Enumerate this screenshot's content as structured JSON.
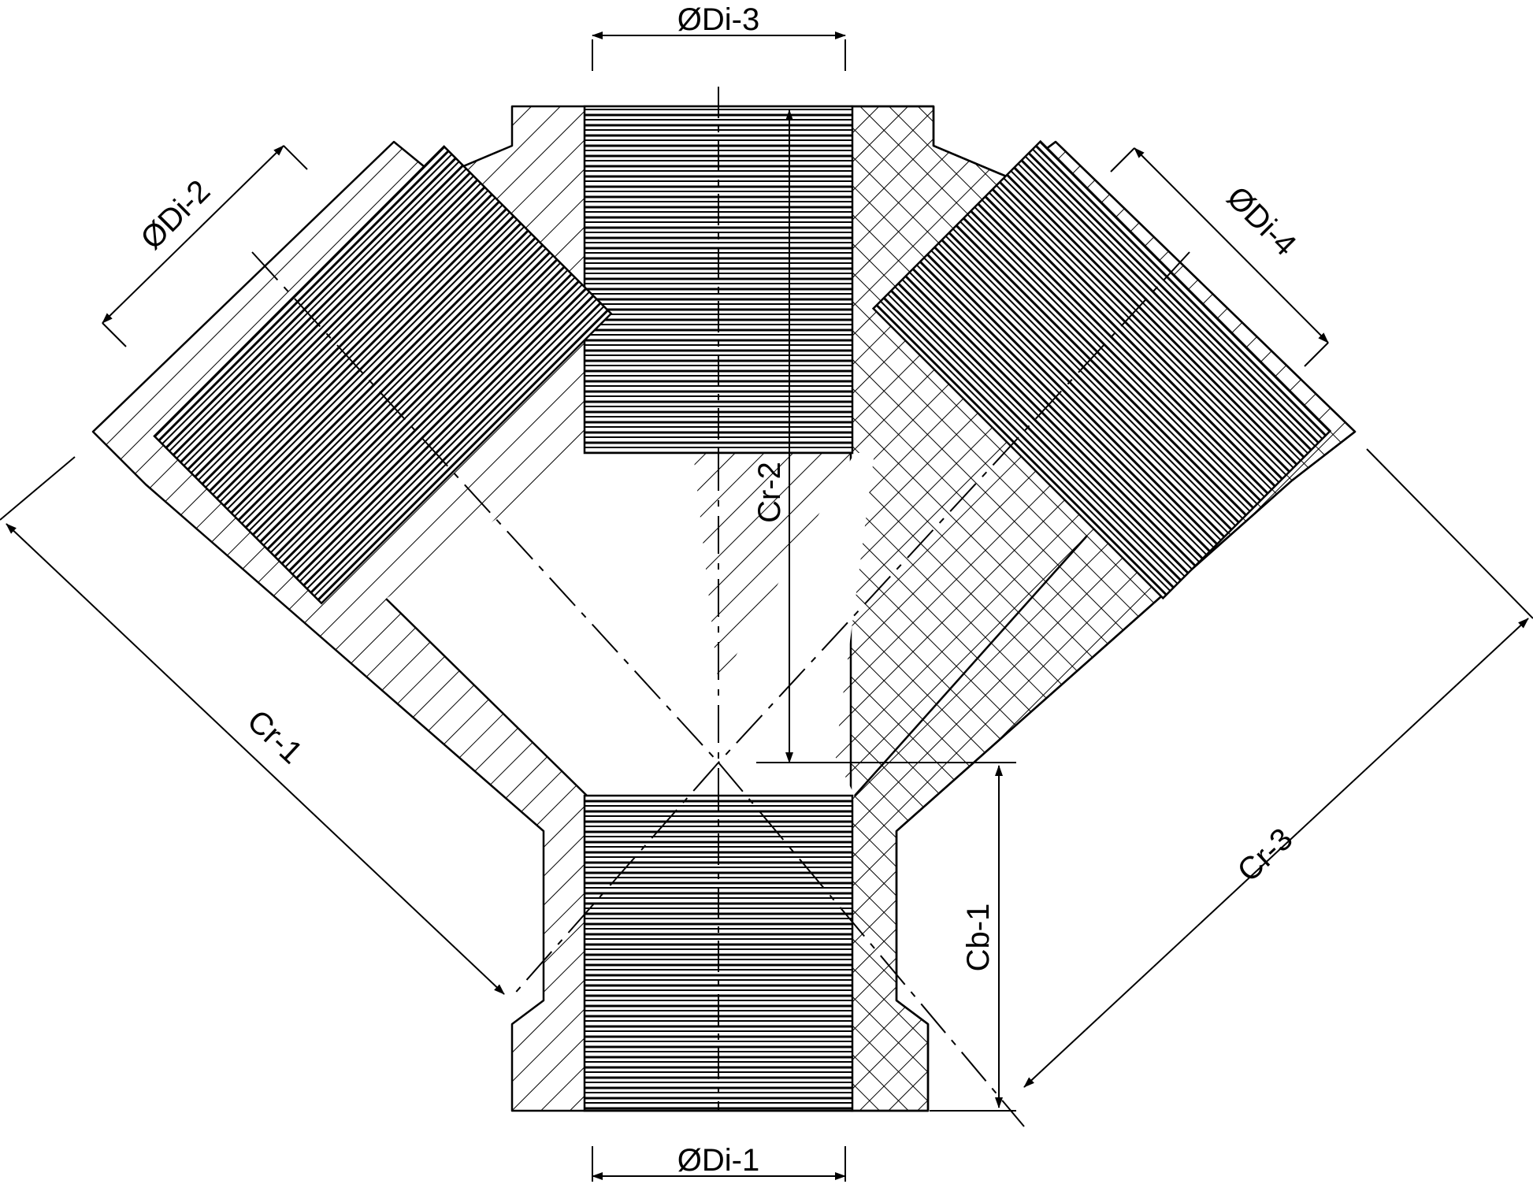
{
  "labels": {
    "di1": "ØDi-1",
    "di2": "ØDi-2",
    "di3": "ØDi-3",
    "di4": "ØDi-4",
    "cr1": "Cr-1",
    "cr2": "Cr-2",
    "cr3": "Cr-3",
    "cb1": "Cb-1"
  },
  "colors": {
    "line": "#000000",
    "thread": "#555555",
    "background": "#ffffff"
  }
}
